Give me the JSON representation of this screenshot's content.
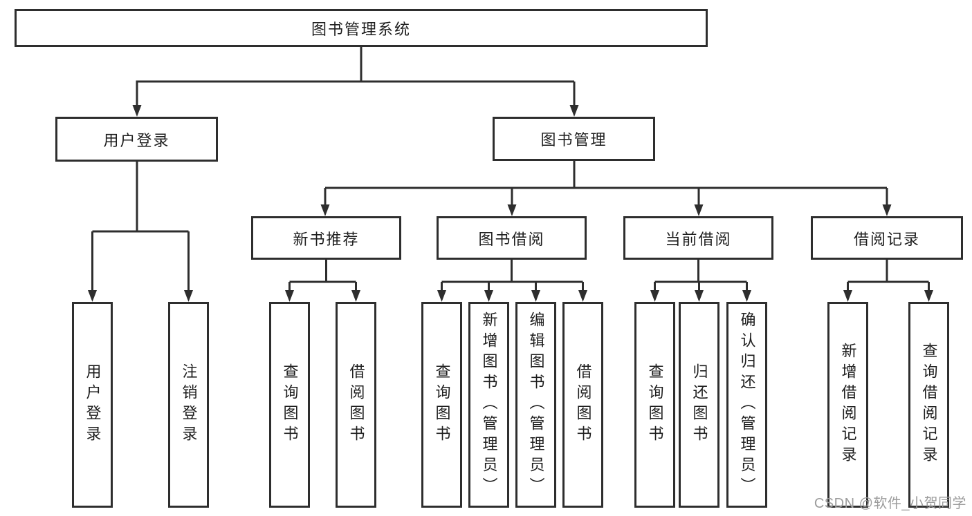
{
  "diagram": {
    "title": "图书管理系统",
    "nodes": {
      "root": "图书管理系统",
      "user_login": "用户登录",
      "book_mgmt": "图书管理",
      "leaf_user_login": "用户登录",
      "leaf_logout": "注销登录",
      "new_book_rec": "新书推荐",
      "nbr_query_book": "查询图书",
      "nbr_borrow_book": "借阅图书",
      "book_borrow": "图书借阅",
      "bb_query_book": "查询图书",
      "bb_add_book": "新增图书（管理员）",
      "bb_edit_book": "编辑图书（管理员）",
      "bb_borrow_book": "借阅图书",
      "current_borrow": "当前借阅",
      "cb_query_book": "查询图书",
      "cb_return_book": "归还图书",
      "cb_confirm_return": "确认归还（管理员）",
      "borrow_record": "借阅记录",
      "br_add_record": "新增借阅记录",
      "br_query_record": "查询借阅记录"
    },
    "colors": {
      "line": "#2e2e2e",
      "text": "#1e1e1e",
      "watermark": "#9c9c9c",
      "background": "#ffffff"
    }
  },
  "watermark": "CSDN @软件_小贺同学"
}
